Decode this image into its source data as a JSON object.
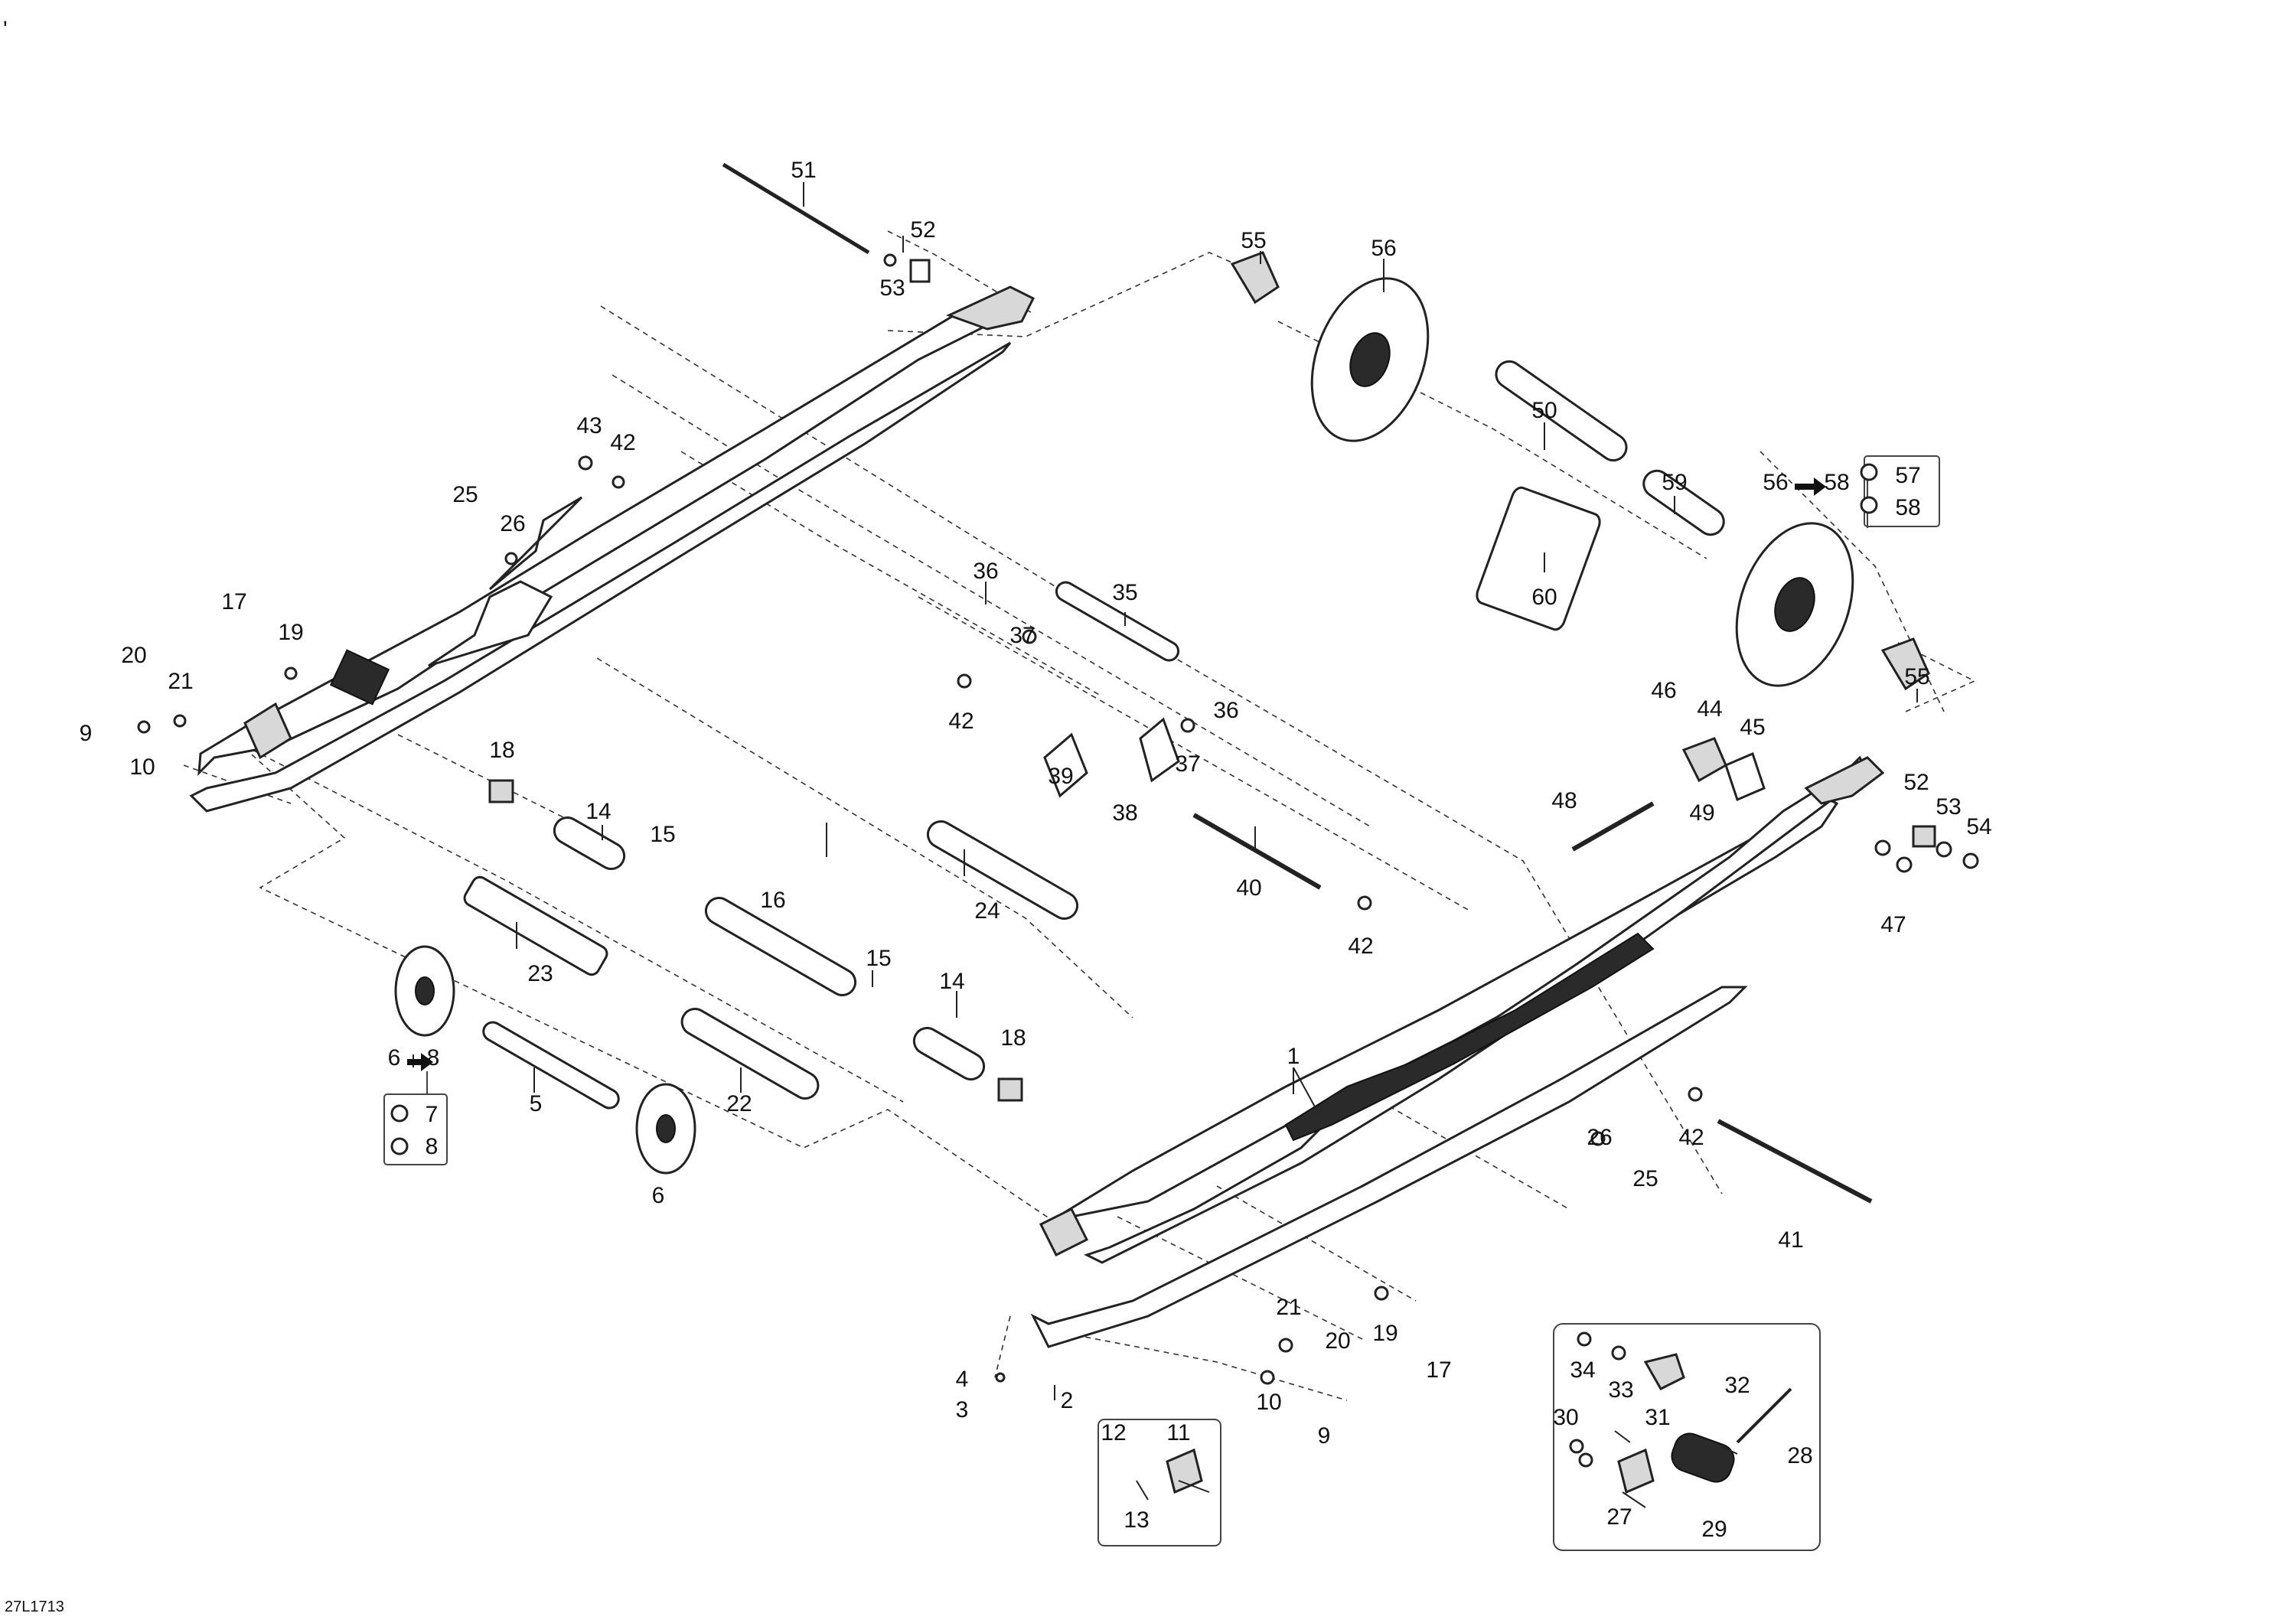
{
  "corner_mark": "'",
  "drawing_code": "27L1713",
  "callouts": [
    {
      "id": "c51",
      "text": "51"
    },
    {
      "id": "c52a",
      "text": "52"
    },
    {
      "id": "c53a",
      "text": "53"
    },
    {
      "id": "c55a",
      "text": "55"
    },
    {
      "id": "c56a",
      "text": "56"
    },
    {
      "id": "c50",
      "text": "50"
    },
    {
      "id": "c59",
      "text": "59"
    },
    {
      "id": "c60",
      "text": "60"
    },
    {
      "id": "c56b",
      "text": "56"
    },
    {
      "id": "c58a",
      "text": "58"
    },
    {
      "id": "c57",
      "text": "57"
    },
    {
      "id": "c58b",
      "text": "58"
    },
    {
      "id": "c55b",
      "text": "55"
    },
    {
      "id": "c43",
      "text": "43"
    },
    {
      "id": "c42a",
      "text": "42"
    },
    {
      "id": "c25a",
      "text": "25"
    },
    {
      "id": "c26a",
      "text": "26"
    },
    {
      "id": "c17a",
      "text": "17"
    },
    {
      "id": "c19a",
      "text": "19"
    },
    {
      "id": "c20a",
      "text": "20"
    },
    {
      "id": "c21a",
      "text": "21"
    },
    {
      "id": "c9a",
      "text": "9"
    },
    {
      "id": "c10a",
      "text": "10"
    },
    {
      "id": "c36a",
      "text": "36"
    },
    {
      "id": "c35",
      "text": "35"
    },
    {
      "id": "c37a",
      "text": "37"
    },
    {
      "id": "c42b",
      "text": "42"
    },
    {
      "id": "c36b",
      "text": "36"
    },
    {
      "id": "c37b",
      "text": "37"
    },
    {
      "id": "c39",
      "text": "39"
    },
    {
      "id": "c38",
      "text": "38"
    },
    {
      "id": "c46",
      "text": "46"
    },
    {
      "id": "c44",
      "text": "44"
    },
    {
      "id": "c45",
      "text": "45"
    },
    {
      "id": "c48",
      "text": "48"
    },
    {
      "id": "c49",
      "text": "49"
    },
    {
      "id": "c52b",
      "text": "52"
    },
    {
      "id": "c53b",
      "text": "53"
    },
    {
      "id": "c54",
      "text": "54"
    },
    {
      "id": "c47",
      "text": "47"
    },
    {
      "id": "c18a",
      "text": "18"
    },
    {
      "id": "c14a",
      "text": "14"
    },
    {
      "id": "c15a",
      "text": "15"
    },
    {
      "id": "c24",
      "text": "24"
    },
    {
      "id": "c40",
      "text": "40"
    },
    {
      "id": "c42c",
      "text": "42"
    },
    {
      "id": "c23",
      "text": "23"
    },
    {
      "id": "c16",
      "text": "16"
    },
    {
      "id": "c15b",
      "text": "15"
    },
    {
      "id": "c14b",
      "text": "14"
    },
    {
      "id": "c18b",
      "text": "18"
    },
    {
      "id": "c6a",
      "text": "6"
    },
    {
      "id": "c8a",
      "text": "8"
    },
    {
      "id": "c7",
      "text": "7"
    },
    {
      "id": "c8b",
      "text": "8"
    },
    {
      "id": "c5",
      "text": "5"
    },
    {
      "id": "c22",
      "text": "22"
    },
    {
      "id": "c6b",
      "text": "6"
    },
    {
      "id": "c1",
      "text": "1"
    },
    {
      "id": "c26b",
      "text": "26"
    },
    {
      "id": "c42d",
      "text": "42"
    },
    {
      "id": "c25b",
      "text": "25"
    },
    {
      "id": "c41",
      "text": "41"
    },
    {
      "id": "c21b",
      "text": "21"
    },
    {
      "id": "c20b",
      "text": "20"
    },
    {
      "id": "c19b",
      "text": "19"
    },
    {
      "id": "c17b",
      "text": "17"
    },
    {
      "id": "c10b",
      "text": "10"
    },
    {
      "id": "c9b",
      "text": "9"
    },
    {
      "id": "c4",
      "text": "4"
    },
    {
      "id": "c3",
      "text": "3"
    },
    {
      "id": "c2",
      "text": "2"
    },
    {
      "id": "c12",
      "text": "12"
    },
    {
      "id": "c11",
      "text": "11"
    },
    {
      "id": "c13",
      "text": "13"
    },
    {
      "id": "c34",
      "text": "34"
    },
    {
      "id": "c33",
      "text": "33"
    },
    {
      "id": "c32",
      "text": "32"
    },
    {
      "id": "c30",
      "text": "30"
    },
    {
      "id": "c31",
      "text": "31"
    },
    {
      "id": "c28",
      "text": "28"
    },
    {
      "id": "c27",
      "text": "27"
    },
    {
      "id": "c29",
      "text": "29"
    }
  ]
}
